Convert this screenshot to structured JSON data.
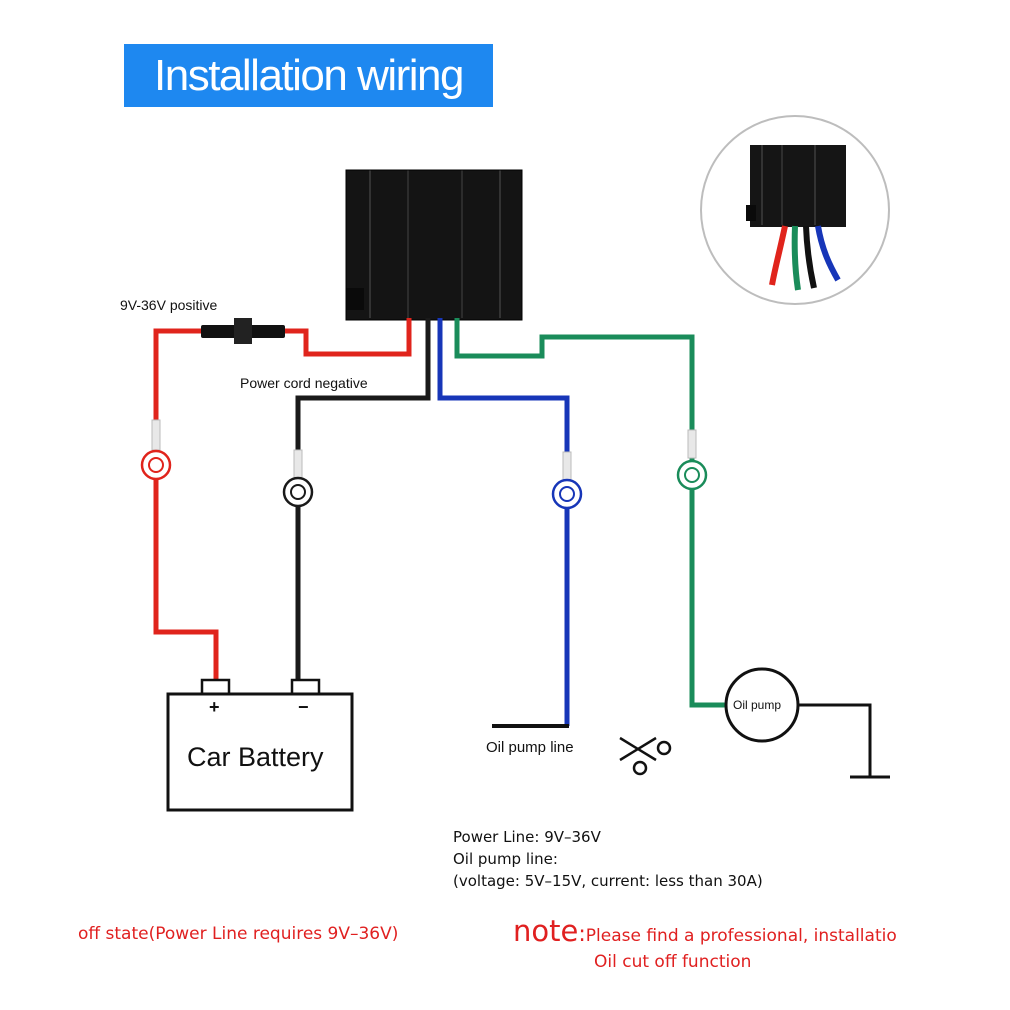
{
  "title": "Installation wiring",
  "labels": {
    "positive": "9V-36V positive",
    "negative": "Power cord negative",
    "battery": "Car Battery",
    "battery_plus": "+",
    "battery_minus": "−",
    "oil_pump_line": "Oil pump line",
    "oil_pump": "Oil pump"
  },
  "specs": {
    "power_line": "Power Line: 9V–36V",
    "oil_pump_line": "Oil pump line:",
    "voltage_current": "(voltage: 5V–15V, current: less than 30A)"
  },
  "notes": {
    "off_state": "off state(Power Line requires 9V–36V)",
    "note_word": "note",
    "note_colon": ":",
    "note_line1": "Please find a professional, installatio",
    "note_line2": "Oil cut off function"
  },
  "wire_colors": {
    "red": "#e0241c",
    "black": "#1a1a1a",
    "blue": "#1736b8",
    "green": "#1a8c5a"
  },
  "icons": [
    "fuse-icon",
    "ring-terminal-icon",
    "scissors-icon",
    "ground-icon",
    "relay-module",
    "connector-closeup"
  ]
}
